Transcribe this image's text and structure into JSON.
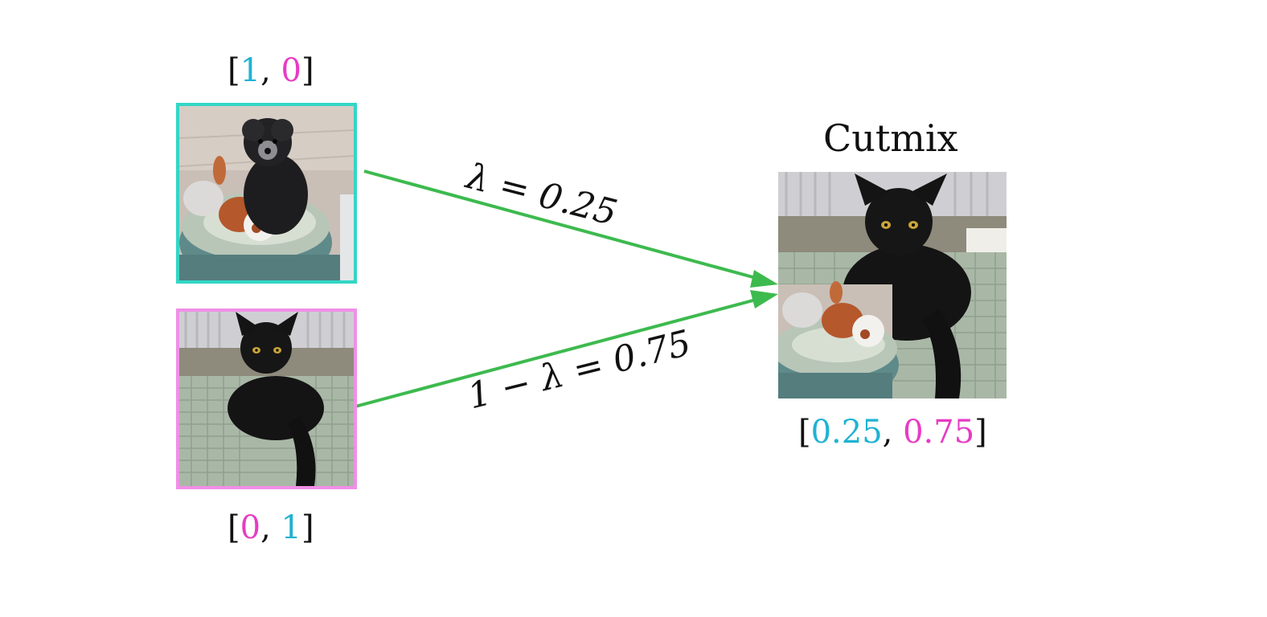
{
  "diagram": {
    "title": "Cutmix",
    "colors": {
      "class_a": "#1fb3d1",
      "class_b": "#e83bc4",
      "dog_border": "#33d6c6",
      "cat_border": "#f08fe6",
      "arrow": "#3dba4e"
    },
    "inputs": [
      {
        "image": "puppy-on-dog-bed",
        "label": {
          "open": "[",
          "first": "1",
          "sep": ", ",
          "second": "0",
          "close": "]"
        }
      },
      {
        "image": "black-cat-on-bed",
        "label": {
          "open": "[",
          "first": "0",
          "sep": ", ",
          "second": "1",
          "close": "]"
        }
      }
    ],
    "edges": [
      {
        "from": "puppy-on-dog-bed",
        "to": "cutmix-result",
        "weight": "λ = 0.25"
      },
      {
        "from": "black-cat-on-bed",
        "to": "cutmix-result",
        "weight": "1 − λ = 0.75"
      }
    ],
    "output": {
      "image": "cutmix-composite",
      "label": {
        "open": "[",
        "first": "0.25",
        "sep": ", ",
        "second": "0.75",
        "close": "]"
      }
    }
  }
}
